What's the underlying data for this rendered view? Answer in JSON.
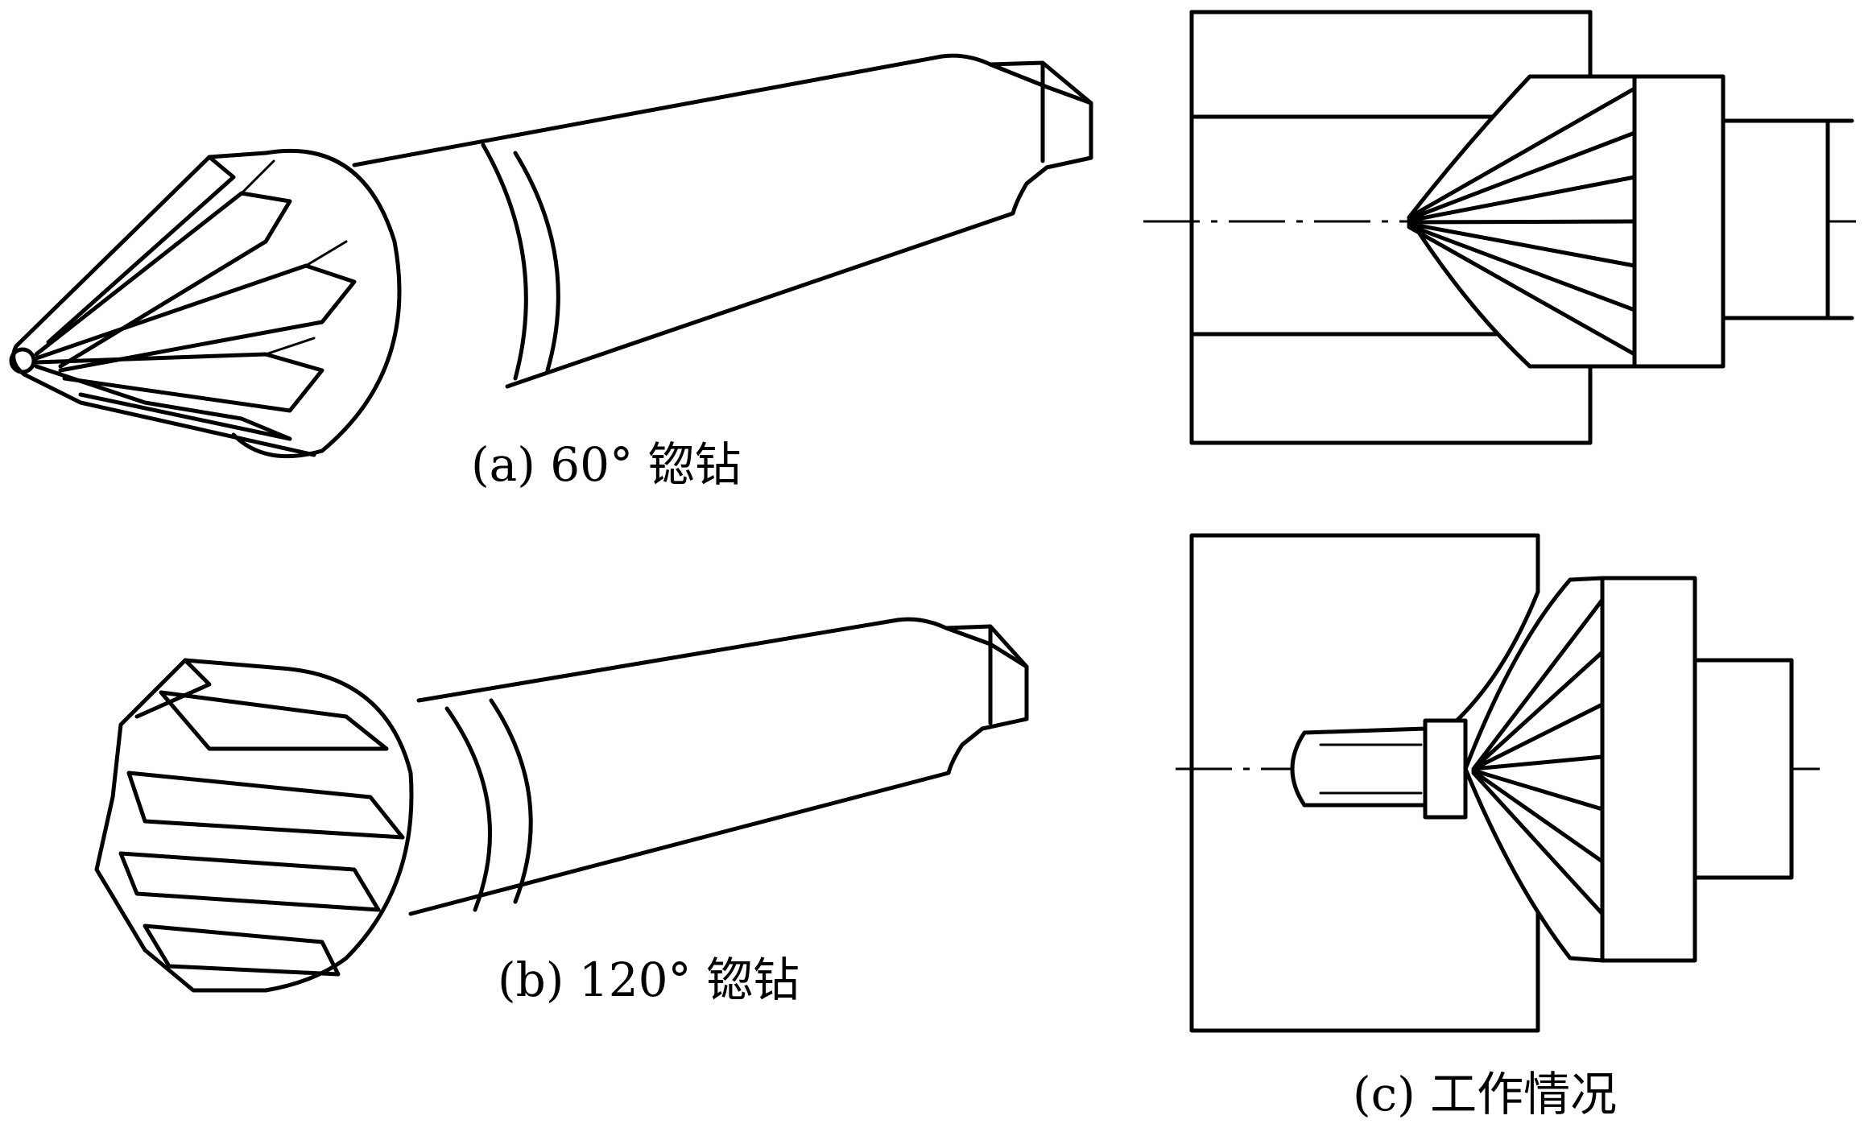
{
  "captions": {
    "a": "(a) 60° 锪钻",
    "b": "(b) 120° 锪钻",
    "c": "(c) 工作情况"
  },
  "colors": {
    "line": "#000000",
    "background": "#ffffff"
  }
}
